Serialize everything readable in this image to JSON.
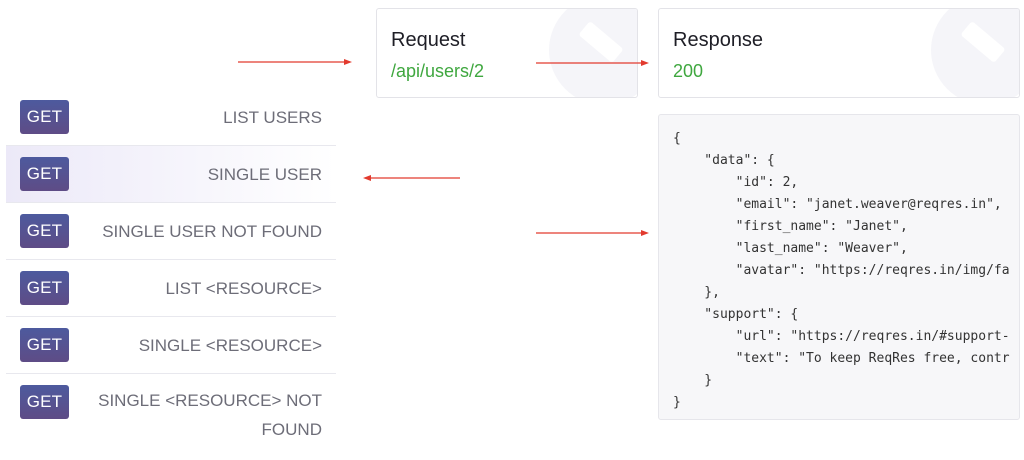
{
  "endpoints": [
    {
      "method": "GET",
      "label": "LIST USERS"
    },
    {
      "method": "GET",
      "label": "SINGLE USER"
    },
    {
      "method": "GET",
      "label": "SINGLE USER NOT FOUND"
    },
    {
      "method": "GET",
      "label": "LIST <RESOURCE>"
    },
    {
      "method": "GET",
      "label": "SINGLE <RESOURCE>"
    },
    {
      "method": "GET",
      "label": "SINGLE <RESOURCE> NOT FOUND"
    }
  ],
  "request": {
    "title": "Request",
    "url": "/api/users/2"
  },
  "response": {
    "title": "Response",
    "status": "200",
    "body": "{\n    \"data\": {\n        \"id\": 2,\n        \"email\": \"janet.weaver@reqres.in\",\n        \"first_name\": \"Janet\",\n        \"last_name\": \"Weaver\",\n        \"avatar\": \"https://reqres.in/img/fa\n    },\n    \"support\": {\n        \"url\": \"https://reqres.in/#support-\n        \"text\": \"To keep ReqRes free, contr\n    }\n}"
  },
  "colors": {
    "accent": "#5a5292",
    "success": "#3fa73f",
    "annotation_arrow": "#e23a2e"
  },
  "icons": {
    "brand": "reqres-logo-watermark-icon"
  }
}
